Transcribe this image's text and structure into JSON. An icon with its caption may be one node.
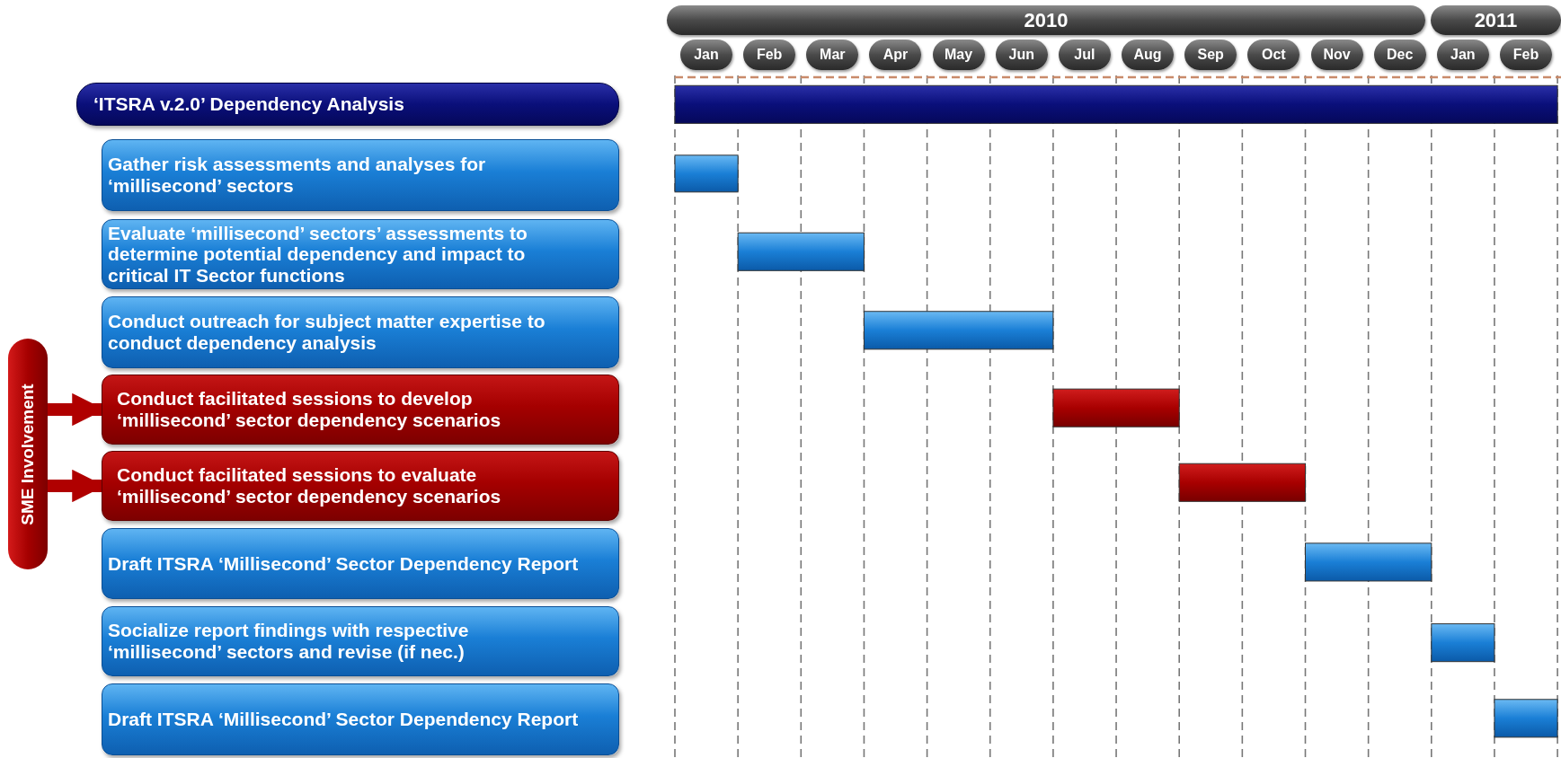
{
  "diagram": {
    "nodes": [
      {
        "text": [
          "‘ITSRA v.2.0’ Dependency Analysis"
        ]
      },
      {
        "text": [
          "Gather risk assessments and analyses for ‘millisecond’ sectors"
        ]
      },
      {
        "text": [
          "Evaluate ‘millisecond’ sectors’ assessments to determine potential dependency and impact to critical IT Sector functions"
        ]
      },
      {
        "text": [
          "Conduct outreach for subject matter expertise to conduct dependency analysis"
        ]
      },
      {
        "text": [
          "Conduct facilitated sessions to develop ‘millisecond’ sector dependency scenarios"
        ]
      },
      {
        "text": [
          "Conduct facilitated sessions to evaluate ‘millisecond’ sector dependency scenarios"
        ]
      },
      {
        "text": [
          "Draft ITSRA ‘Millisecond’ Sector Dependency Report"
        ]
      },
      {
        "text": [
          "Socialize report findings with respective ‘millisecond’ sectors and revise (if nec.)"
        ]
      },
      {
        "text": [
          "Draft ITSRA ‘Millisecond’ Sector Dependency Report"
        ]
      },
      {
        "text": [
          "SME Involvement"
        ]
      }
    ],
    "edges": [
      {
        "from": 9,
        "to": 4,
        "arrow": "to"
      },
      {
        "from": 9,
        "to": 5,
        "arrow": "to"
      }
    ],
    "labels": [
      "2010",
      "2011",
      "Jan",
      "Feb",
      "Mar",
      "Apr",
      "May",
      "Jun",
      "Jul",
      "Aug",
      "Sep",
      "Oct",
      "Nov",
      "Dec",
      "Jan",
      "Feb"
    ]
  }
}
